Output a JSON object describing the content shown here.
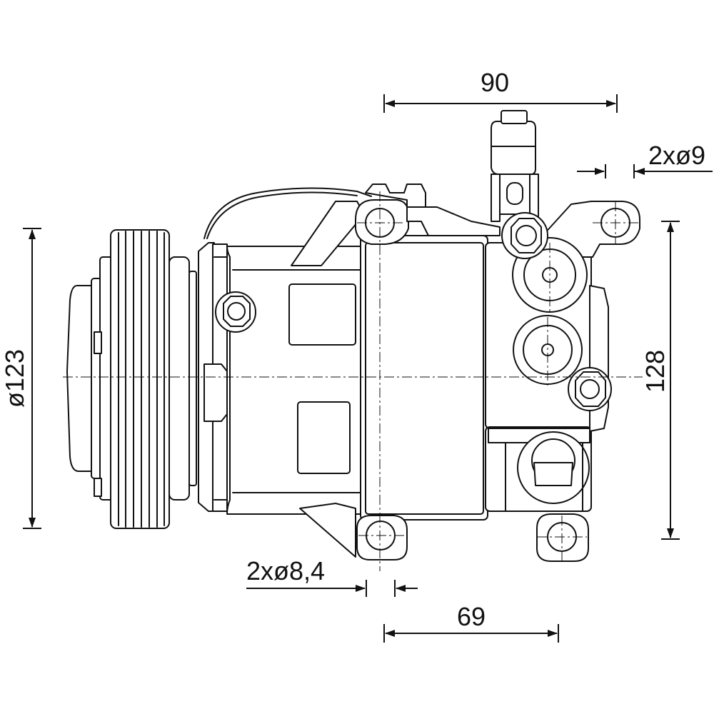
{
  "dimensions": {
    "top_width": "90",
    "top_hole": "2xø9",
    "pulley_diameter": "ø123",
    "height": "128",
    "bottom_hole": "2xø8,4",
    "bottom_width": "69"
  }
}
